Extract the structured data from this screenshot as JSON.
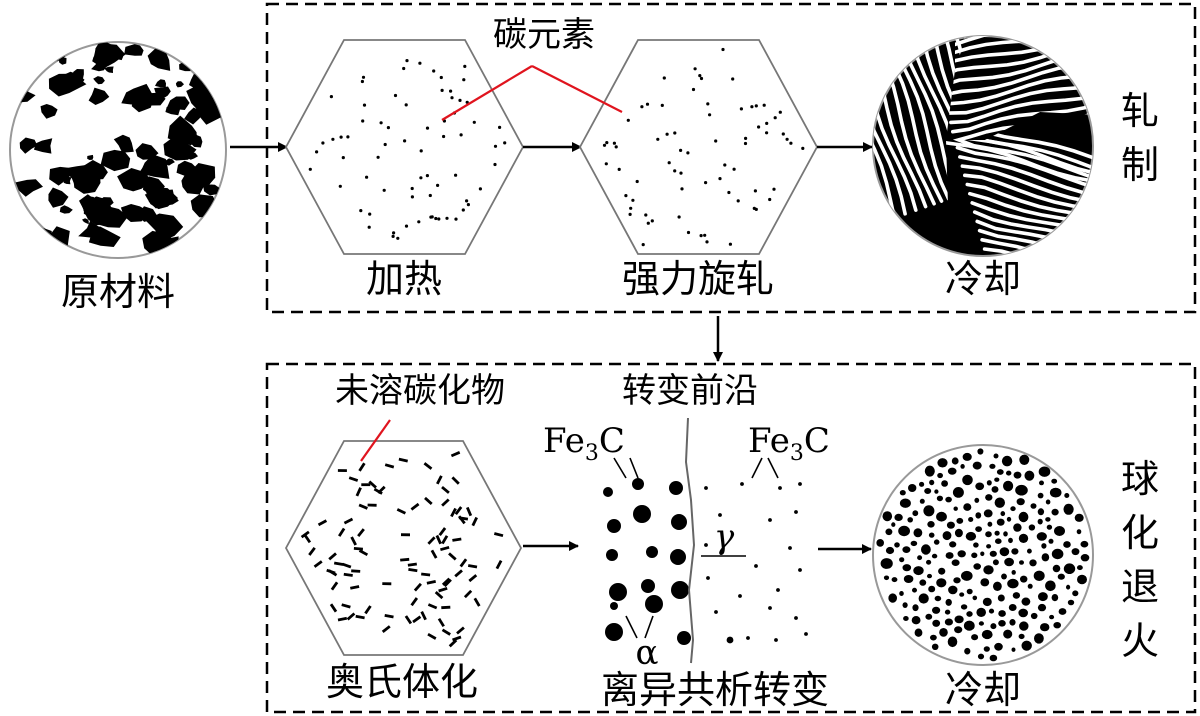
{
  "rolling_stage": {
    "raw_material_label": "原材料",
    "heating_label": "加热",
    "spinning_label": "强力旋轧",
    "cooling_label": "冷却",
    "carbon_label": "碳元素",
    "stage_label_1": "轧",
    "stage_label_2": "制"
  },
  "annealing_stage": {
    "austenite_label": "奥氏体化",
    "undissolved_carbide_label": "未溶碳化物",
    "front_label": "转变前沿",
    "fe3c_left": {
      "base": "Fe",
      "sub": "3",
      "tail": "C"
    },
    "fe3c_right": {
      "base": "Fe",
      "sub": "3",
      "tail": "C"
    },
    "gamma_label": "γ",
    "alpha_label": "α",
    "divorced_label": "离异共析转变",
    "cooling_label": "冷却",
    "stage_label_1": "球",
    "stage_label_2": "化",
    "stage_label_3": "退",
    "stage_label_4": "火"
  },
  "colors": {
    "ink": "#000000",
    "pointer": "#e0141e",
    "outline": "#777777"
  }
}
